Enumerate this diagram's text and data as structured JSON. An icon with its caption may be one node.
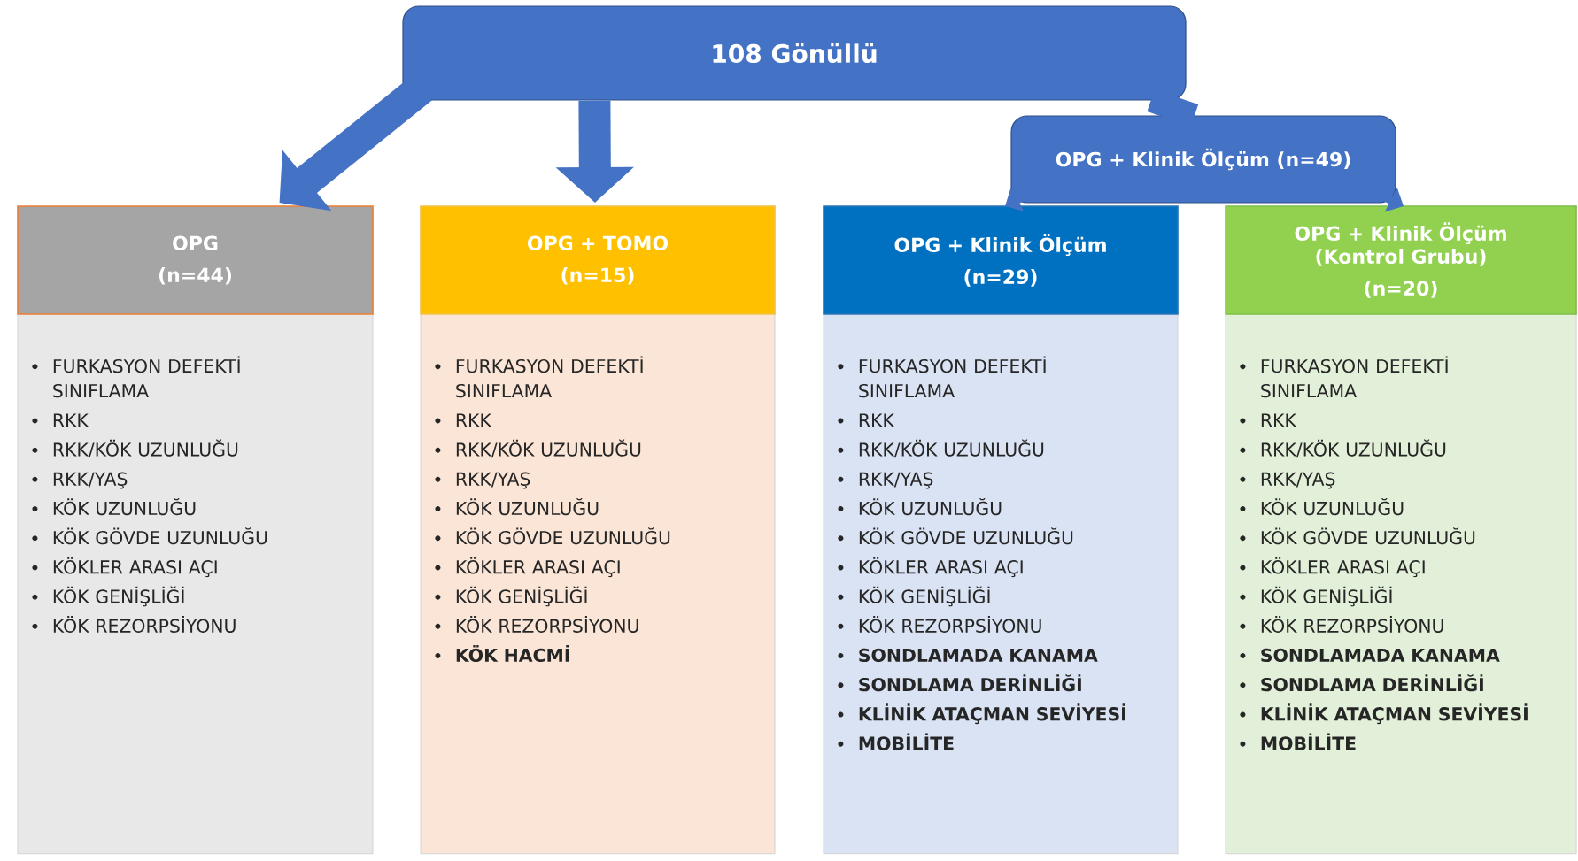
{
  "diagram": {
    "nodes": [
      {
        "text": [
          "108 Gönüllü"
        ]
      },
      {
        "text": [
          "OPG + Klinik Ölçüm (n=49)"
        ]
      },
      {
        "text": [
          "OPG",
          "(n=44)",
          "FURKASYON DEFEKTİ SINIFLAMA",
          "RKK",
          "RKK/KÖK UZUNLUĞU",
          "RKK/YAŞ",
          "KÖK UZUNLUĞU",
          "KÖK GÖVDE UZUNLUĞU",
          "KÖKLER ARASI AÇI",
          "KÖK GENİŞLİĞİ",
          "KÖK REZORPSİYONU"
        ]
      },
      {
        "text": [
          "OPG + TOMO",
          "(n=15)",
          "FURKASYON DEFEKTİ SINIFLAMA",
          "RKK",
          "RKK/KÖK UZUNLUĞU",
          "RKK/YAŞ",
          "KÖK UZUNLUĞU",
          "KÖK GÖVDE UZUNLUĞU",
          "KÖKLER ARASI AÇI",
          "KÖK GENİŞLİĞİ",
          "KÖK REZORPSİYONU",
          "**KÖK HACMİ**"
        ]
      },
      {
        "text": [
          "OPG + Klinik Ölçüm",
          "(n=29)",
          "FURKASYON DEFEKTİ SINIFLAMA",
          "RKK",
          "RKK/KÖK UZUNLUĞU",
          "RKK/YAŞ",
          "KÖK UZUNLUĞU",
          "KÖK GÖVDE UZUNLUĞU",
          "KÖKLER ARASI AÇI",
          "KÖK GENİŞLİĞİ",
          "KÖK REZORPSİYONU",
          "**SONDLAMADA KANAMA**",
          "**SONDLAMA DERİNLİĞİ**",
          "**KLİNİK ATAÇMAN SEVİYESİ**",
          "**MOBİLİTE**"
        ]
      },
      {
        "text": [
          "OPG + Klinik Ölçüm (Kontrol Grubu)",
          "(n=20)",
          "FURKASYON DEFEKTİ SINIFLAMA",
          "RKK",
          "RKK/KÖK UZUNLUĞU",
          "RKK/YAŞ",
          "KÖK UZUNLUĞU",
          "KÖK GÖVDE UZUNLUĞU",
          "KÖKLER ARASI AÇI",
          "KÖK GENİŞLİĞİ",
          "KÖK REZORPSİYONU",
          "**SONDLAMADA KANAMA**",
          "**SONDLAMA DERİNLİĞİ**",
          "**KLİNİK ATAÇMAN SEVİYESİ**",
          "**MOBİLİTE**"
        ]
      }
    ],
    "edges": [
      {
        "from": 0,
        "to": 2,
        "arrow": "to"
      },
      {
        "from": 0,
        "to": 3,
        "arrow": "to"
      },
      {
        "from": 0,
        "to": 1,
        "arrow": "none"
      },
      {
        "from": 1,
        "to": 4,
        "arrow": "to"
      },
      {
        "from": 1,
        "to": 5,
        "arrow": "to"
      }
    ]
  }
}
